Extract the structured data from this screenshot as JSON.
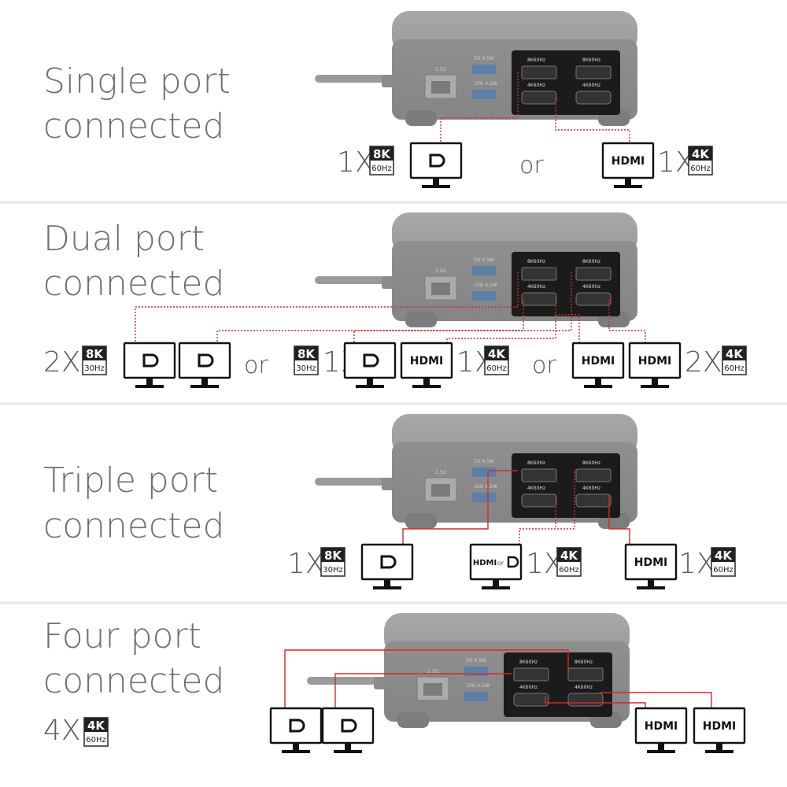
{
  "colors": {
    "accent": "#d42a2a",
    "dock": "#8e8e8e",
    "port_panel": "#1b1b1b",
    "text": "#6f6f6f"
  },
  "dock": {
    "ethernet_label": "2.5G",
    "usb_top_label": "5G 4.5W",
    "usb_bottom_label": "10G 4.5W",
    "dp_port_label": "8K60Hz",
    "hdmi_port_label": "4K60Hz"
  },
  "monitor_labels": {
    "dp": "D",
    "hdmi": "HDMI",
    "or_small": "or"
  },
  "sections": [
    {
      "title_line1": "Single port",
      "title_line2": "connected",
      "items": [
        {
          "kind": "mult",
          "text": "1X"
        },
        {
          "kind": "res",
          "top": "8K",
          "bottom": "60Hz"
        },
        {
          "kind": "monitor",
          "type": "dp"
        },
        {
          "kind": "or",
          "text": "or"
        },
        {
          "kind": "monitor",
          "type": "hdmi"
        },
        {
          "kind": "mult",
          "text": "1X"
        },
        {
          "kind": "res",
          "top": "4K",
          "bottom": "60Hz"
        }
      ]
    },
    {
      "title_line1": "Dual port",
      "title_line2": "connected",
      "items": [
        {
          "kind": "mult",
          "text": "2X"
        },
        {
          "kind": "res",
          "top": "8K",
          "bottom": "30Hz"
        },
        {
          "kind": "monitor",
          "type": "dp"
        },
        {
          "kind": "monitor",
          "type": "dp"
        },
        {
          "kind": "or",
          "text": "or"
        },
        {
          "kind": "res",
          "top": "8K",
          "bottom": "30Hz"
        },
        {
          "kind": "mult",
          "text": "1X"
        },
        {
          "kind": "monitor",
          "type": "dp"
        },
        {
          "kind": "monitor",
          "type": "hdmi"
        },
        {
          "kind": "mult",
          "text": "1X"
        },
        {
          "kind": "res",
          "top": "4K",
          "bottom": "60Hz"
        },
        {
          "kind": "or",
          "text": "or"
        },
        {
          "kind": "monitor",
          "type": "hdmi"
        },
        {
          "kind": "monitor",
          "type": "hdmi"
        },
        {
          "kind": "mult",
          "text": "2X"
        },
        {
          "kind": "res",
          "top": "4K",
          "bottom": "60Hz"
        }
      ]
    },
    {
      "title_line1": "Triple port",
      "title_line2": "connected",
      "items": [
        {
          "kind": "mult",
          "text": "1X"
        },
        {
          "kind": "res",
          "top": "8K",
          "bottom": "30Hz"
        },
        {
          "kind": "monitor",
          "type": "dp"
        },
        {
          "kind": "monitor",
          "type": "hdmi-or-dp"
        },
        {
          "kind": "mult",
          "text": "1X"
        },
        {
          "kind": "res",
          "top": "4K",
          "bottom": "60Hz"
        },
        {
          "kind": "monitor",
          "type": "hdmi"
        },
        {
          "kind": "mult",
          "text": "1X"
        },
        {
          "kind": "res",
          "top": "4K",
          "bottom": "60Hz"
        }
      ]
    },
    {
      "title_line1": "Four port",
      "title_line2": "connected",
      "title_line3_mult": "4X",
      "title_line3_res": {
        "top": "4K",
        "bottom": "60Hz"
      },
      "items": [
        {
          "kind": "monitor",
          "type": "dp"
        },
        {
          "kind": "monitor",
          "type": "dp"
        },
        {
          "kind": "monitor",
          "type": "hdmi"
        },
        {
          "kind": "monitor",
          "type": "hdmi"
        }
      ]
    }
  ]
}
